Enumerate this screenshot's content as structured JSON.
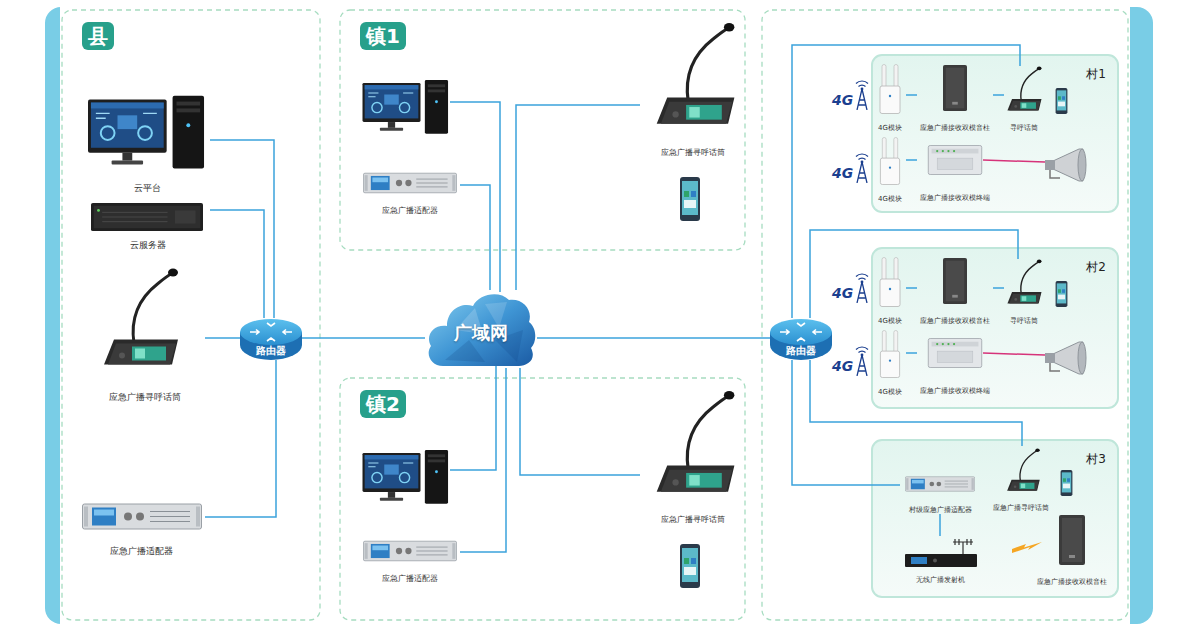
{
  "diagram": {
    "nodes": [
      {
        "text": [
          "县"
        ]
      },
      {
        "text": [
          "云平台"
        ],
        "in": 0
      },
      {
        "text": [
          "云服务器"
        ],
        "in": 0
      },
      {
        "text": [
          "应急广播寻呼话筒"
        ],
        "in": 0
      },
      {
        "text": [
          "应急广播适配器"
        ],
        "in": 0
      },
      {
        "text": [
          "路由器"
        ],
        "in": 0
      },
      {
        "text": [
          "镇1"
        ]
      },
      {
        "text": [
          "应急广播适配器"
        ],
        "in": 6
      },
      {
        "text": [
          "应急广播寻呼话筒"
        ],
        "in": 6
      },
      {
        "text": [
          "广域网"
        ]
      },
      {
        "text": [
          "镇2"
        ]
      },
      {
        "text": [
          "应急广播适配器"
        ],
        "in": 10
      },
      {
        "text": [
          "应急广播寻呼话筒"
        ],
        "in": 10
      },
      {
        "text": [
          "路由器"
        ]
      },
      {
        "text": [
          "村1"
        ]
      },
      {
        "text": [
          "4G模块"
        ],
        "in": 14
      },
      {
        "text": [
          "应急广播接收双模音柱"
        ],
        "in": 14
      },
      {
        "text": [
          "寻呼话筒"
        ],
        "in": 14
      },
      {
        "text": [
          "4G模块"
        ],
        "in": 14
      },
      {
        "text": [
          "应急广播接收双模终端"
        ],
        "in": 14
      },
      {
        "text": [
          "村2"
        ]
      },
      {
        "text": [
          "4G模块"
        ],
        "in": 20
      },
      {
        "text": [
          "应急广播接收双模音柱"
        ],
        "in": 20
      },
      {
        "text": [
          "寻呼话筒"
        ],
        "in": 20
      },
      {
        "text": [
          "4G模块"
        ],
        "in": 20
      },
      {
        "text": [
          "应急广播接收双模终端"
        ],
        "in": 20
      },
      {
        "text": [
          "村3"
        ]
      },
      {
        "text": [
          "村级应急广播适配器"
        ],
        "in": 26
      },
      {
        "text": [
          "应急广播寻呼话筒"
        ],
        "in": 26
      },
      {
        "text": [
          "无线广播发射机"
        ],
        "in": 26
      },
      {
        "text": [
          "应急广播接收双模音柱"
        ],
        "in": 26
      }
    ],
    "edges": [
      {
        "from": 1,
        "to": 5,
        "arrow": "none"
      },
      {
        "from": 2,
        "to": 5,
        "arrow": "none"
      },
      {
        "from": 3,
        "to": 5,
        "arrow": "none"
      },
      {
        "from": 4,
        "to": 5,
        "arrow": "none"
      },
      {
        "from": 5,
        "to": 9,
        "arrow": "none"
      },
      {
        "from": 7,
        "to": 9,
        "arrow": "none"
      },
      {
        "from": 8,
        "to": 9,
        "arrow": "none"
      },
      {
        "from": 11,
        "to": 9,
        "arrow": "none"
      },
      {
        "from": 12,
        "to": 9,
        "arrow": "none"
      },
      {
        "from": 9,
        "to": 13,
        "arrow": "none"
      },
      {
        "from": 13,
        "to": 17,
        "arrow": "none"
      },
      {
        "from": 13,
        "to": 23,
        "arrow": "none"
      },
      {
        "from": 13,
        "to": 28,
        "arrow": "none"
      },
      {
        "from": 13,
        "to": 27,
        "arrow": "none"
      },
      {
        "from": 15,
        "to": 16,
        "arrow": "none"
      },
      {
        "from": 16,
        "to": 17,
        "arrow": "none"
      },
      {
        "from": 18,
        "to": 19,
        "arrow": "none"
      },
      {
        "from": 21,
        "to": 22,
        "arrow": "none"
      },
      {
        "from": 22,
        "to": 23,
        "arrow": "none"
      },
      {
        "from": 24,
        "to": 25,
        "arrow": "none"
      },
      {
        "from": 27,
        "to": 29,
        "arrow": "none"
      }
    ],
    "labels": [
      "4G",
      "4G",
      "4G",
      "4G"
    ]
  }
}
